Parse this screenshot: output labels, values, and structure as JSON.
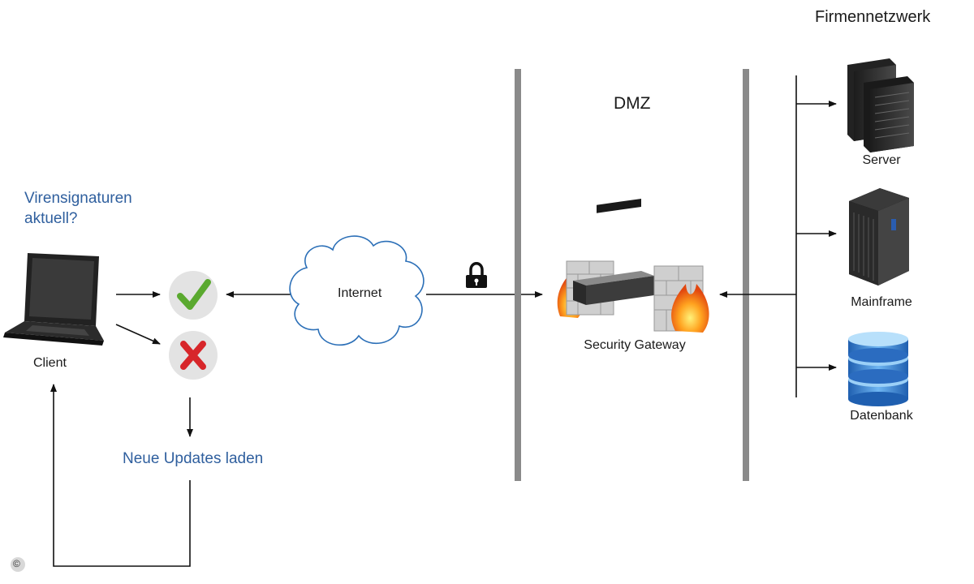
{
  "labels": {
    "company_network": "Firmennetzwerk",
    "dmz": "DMZ",
    "question_line1": "Virensignaturen",
    "question_line2": "aktuell?",
    "client": "Client",
    "internet": "Internet",
    "security_gateway": "Security Gateway",
    "server": "Server",
    "mainframe": "Mainframe",
    "database": "Datenbank",
    "load_updates": "Neue Updates laden",
    "copyright": "©"
  },
  "colors": {
    "accent_text": "#2f5f9e",
    "check": "#5aa92f",
    "cross": "#d7262a",
    "zone_line": "#8a8a8a",
    "status_bg": "#e3e3e3"
  },
  "icons": {
    "client": "laptop-icon",
    "ok": "checkmark-icon",
    "fail": "cross-icon",
    "internet": "cloud-icon",
    "secure": "lock-icon",
    "gateway": "firewall-icon",
    "server": "server-icon",
    "mainframe": "mainframe-icon",
    "database": "database-icon"
  }
}
